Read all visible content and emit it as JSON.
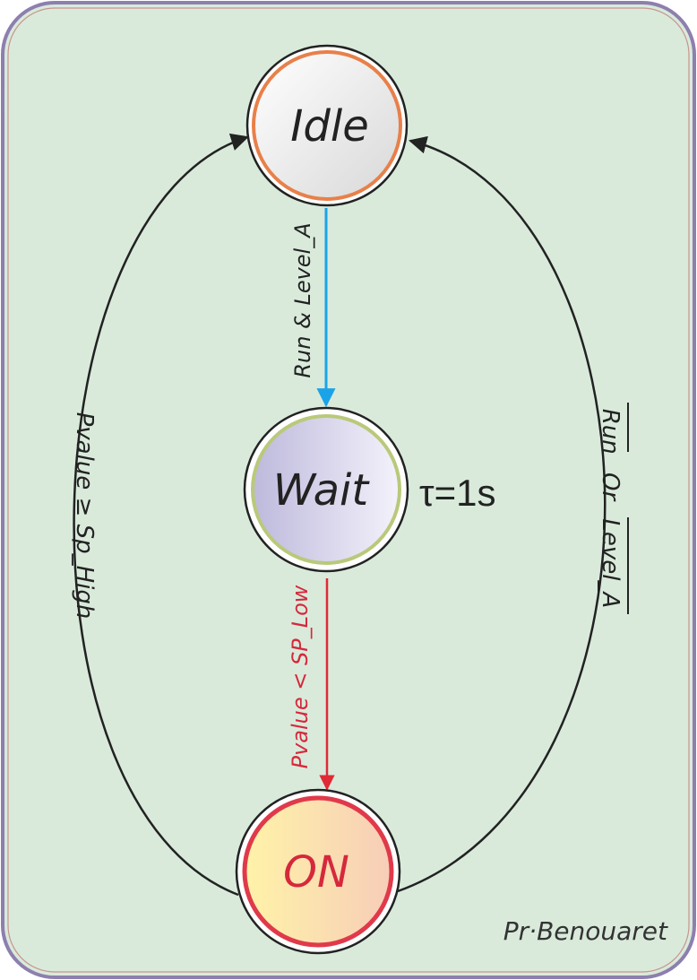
{
  "states": {
    "idle": {
      "label": "Idle",
      "border_color": "#e8804a"
    },
    "wait": {
      "label": "Wait",
      "border_color": "#b9c97a",
      "annotation": "τ=1s"
    },
    "on": {
      "label": "ON",
      "border_color": "#e03a4a",
      "text_color": "#d6283c"
    }
  },
  "transitions": {
    "idle_to_wait": {
      "condition": "Run & Level_A",
      "color": "#1aa3e8"
    },
    "wait_to_on": {
      "condition": "Pvalue < SP_Low",
      "color": "#e02a35"
    },
    "on_to_idle_left": {
      "condition": "Pvalue ≥ Sp_High",
      "color": "#222222"
    },
    "on_to_idle_right": {
      "cond_run": "Run",
      "cond_or": "Or",
      "cond_level": "Level_A",
      "color": "#222222"
    }
  },
  "author": "Pr·Benouaret",
  "colors": {
    "background": "#d9eadb",
    "frame_border": "#8d7fae"
  }
}
